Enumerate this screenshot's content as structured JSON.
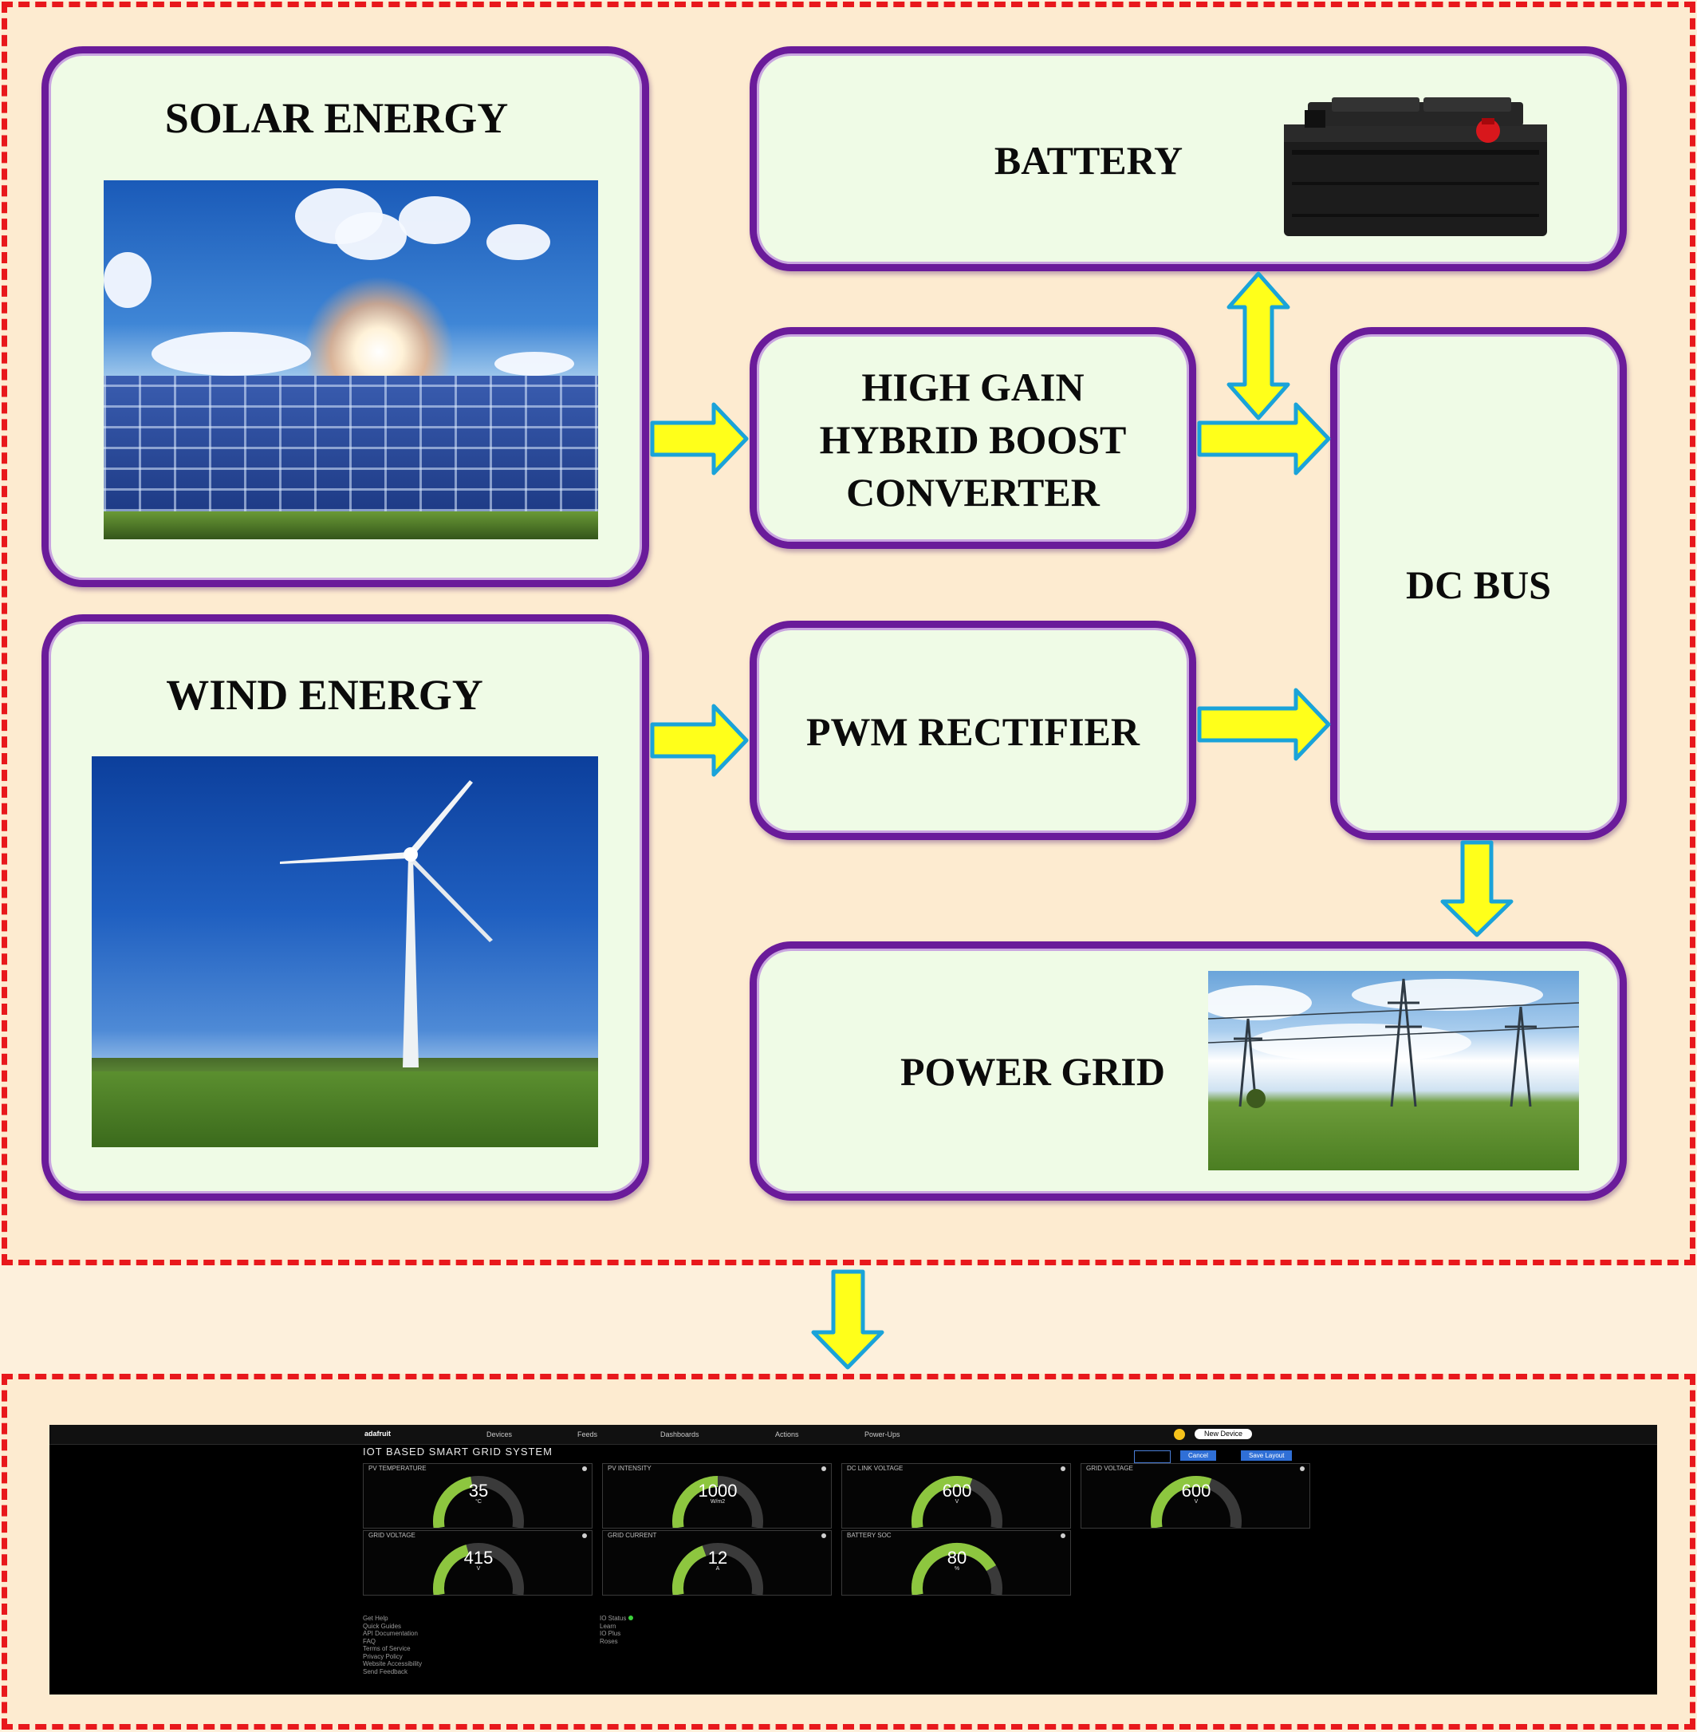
{
  "blocks": {
    "solar": "SOLAR ENERGY",
    "wind": "WIND ENERGY",
    "battery": "BATTERY",
    "converter": [
      "HIGH GAIN",
      "HYBRID BOOST",
      "CONVERTER"
    ],
    "rectifier": "PWM RECTIFIER",
    "dcbus": "DC BUS",
    "grid": "POWER GRID"
  },
  "colors": {
    "frame_border": "#e8181c",
    "frame_fill": "#fdebd0",
    "block_border": "#6a1b9a",
    "block_fill": "#effbe6",
    "arrow_fill": "#ffff1a",
    "arrow_outline": "#1aa3d9",
    "gauge_arc": "#8dc63f",
    "gauge_track": "#3a3a3a"
  },
  "dashboard": {
    "brand": "adafruit",
    "nav": [
      "Devices",
      "Feeds",
      "Dashboards",
      "Actions",
      "Power-Ups"
    ],
    "new_device": "New Device",
    "title": "IOT BASED SMART GRID SYSTEM",
    "buttons": [
      "Cancel",
      "Save Layout"
    ],
    "gauges": [
      {
        "title": "PV TEMPERATURE",
        "value": "35",
        "unit": "°C",
        "fraction": 0.45
      },
      {
        "title": "PV INTENSITY",
        "value": "1000",
        "unit": "W/m2",
        "fraction": 0.5
      },
      {
        "title": "DC LINK VOLTAGE",
        "value": "600",
        "unit": "V",
        "fraction": 0.6
      },
      {
        "title": "GRID VOLTAGE",
        "value": "600",
        "unit": "V",
        "fraction": 0.6
      },
      {
        "title": "GRID VOLTAGE",
        "value": "415",
        "unit": "V",
        "fraction": 0.42
      },
      {
        "title": "GRID CURRENT",
        "value": "12",
        "unit": "A",
        "fraction": 0.4
      },
      {
        "title": "BATTERY SOC",
        "value": "80",
        "unit": "%",
        "fraction": 0.8
      }
    ],
    "footer_left": [
      "Get Help",
      "Quick Guides",
      "API Documentation",
      "FAQ",
      "Terms of Service",
      "Privacy Policy",
      "Website Accessibility",
      "Send Feedback"
    ],
    "footer_right": [
      "IO Status",
      "Learn",
      "IO Plus",
      "Roses"
    ]
  }
}
